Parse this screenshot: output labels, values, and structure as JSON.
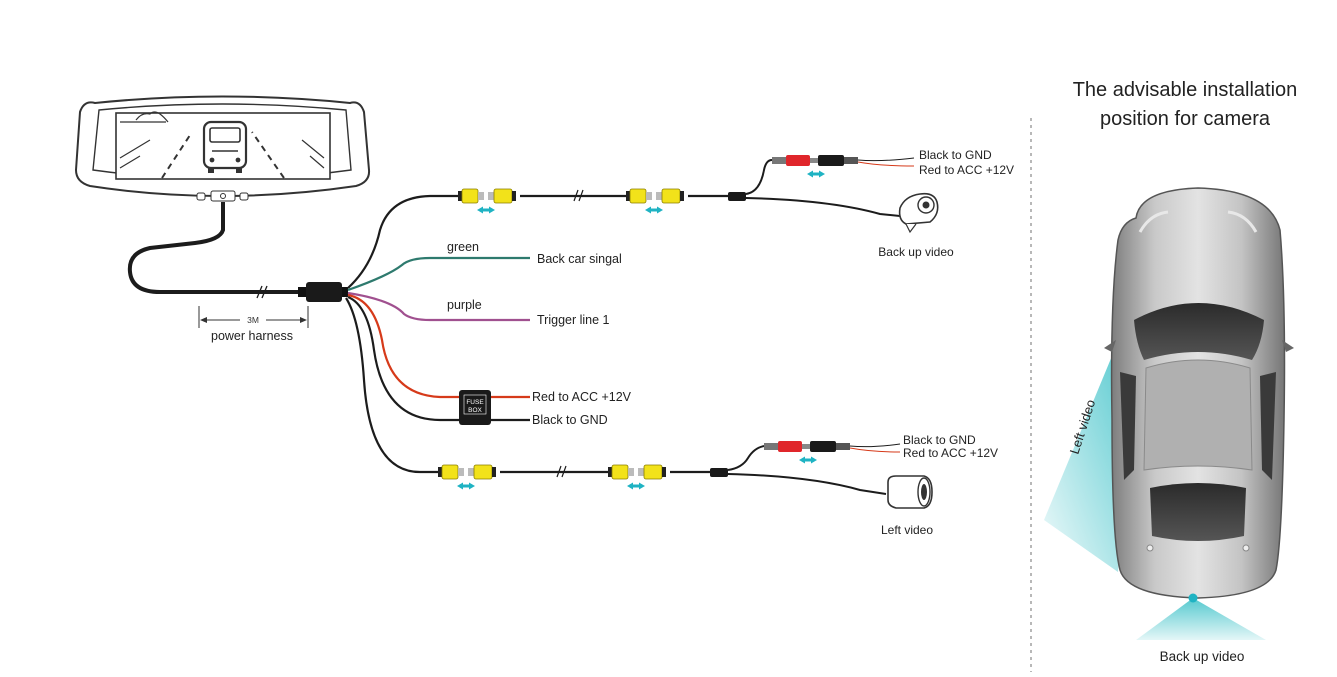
{
  "diagram": {
    "title_line1": "The advisable installation",
    "title_line2": "position for camera",
    "harness": {
      "length": "3M",
      "label": "power harness"
    },
    "wires": [
      {
        "color_name": "green",
        "label": "Back car singal",
        "stroke": "#2e7a6e"
      },
      {
        "color_name": "purple",
        "label": "Trigger line 1",
        "stroke": "#a0508f"
      }
    ],
    "power": {
      "fuse_line1": "FUSE",
      "fuse_line2": "BOX",
      "red_label": "Red to ACC  +12V",
      "black_label": "Black to GND"
    },
    "camera_top": {
      "label": "Back up video",
      "black_label": "Black to GND",
      "red_label": "Red to ACC  +12V"
    },
    "camera_bottom": {
      "label": "Left video",
      "black_label": "Black to GND",
      "red_label": "Red to ACC  +12V"
    },
    "car": {
      "left_label": "Left video",
      "rear_label": "Back up video",
      "beam_color": "#4cc6cc"
    },
    "colors": {
      "rca_yellow": "#f2e21a",
      "arrow_teal": "#1fb3c3",
      "red_wire": "#d63a1a",
      "red_plug": "#e0262b"
    }
  }
}
